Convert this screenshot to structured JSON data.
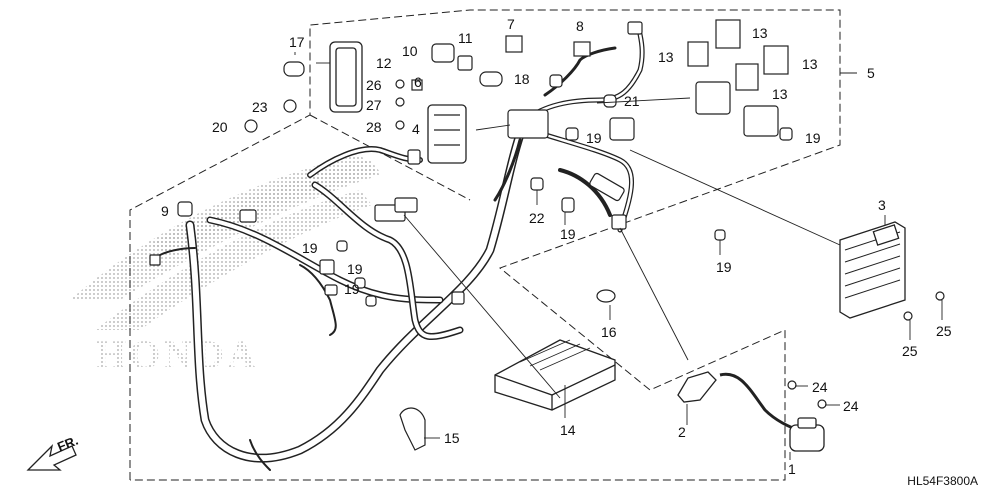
{
  "diagram_code": "HL54F3800A",
  "direction_label": "FR.",
  "brand_watermark": "HONDA",
  "callouts": {
    "c1": "1",
    "c2": "2",
    "c3": "3",
    "c4": "4",
    "c5": "5",
    "c6": "6",
    "c7": "7",
    "c8": "8",
    "c9": "9",
    "c10": "10",
    "c11": "11",
    "c12": "12",
    "c13a": "13",
    "c13b": "13",
    "c13c": "13",
    "c13d": "13",
    "c14": "14",
    "c15": "15",
    "c16": "16",
    "c17": "17",
    "c18": "18",
    "c19a": "19",
    "c19b": "19",
    "c19c": "19",
    "c19d": "19",
    "c19e": "19",
    "c19f": "19",
    "c19g": "19",
    "c20": "20",
    "c21": "21",
    "c22": "22",
    "c23": "23",
    "c24a": "24",
    "c24b": "24",
    "c25a": "25",
    "c25b": "25",
    "c26": "26",
    "c27": "27",
    "c28": "28"
  }
}
